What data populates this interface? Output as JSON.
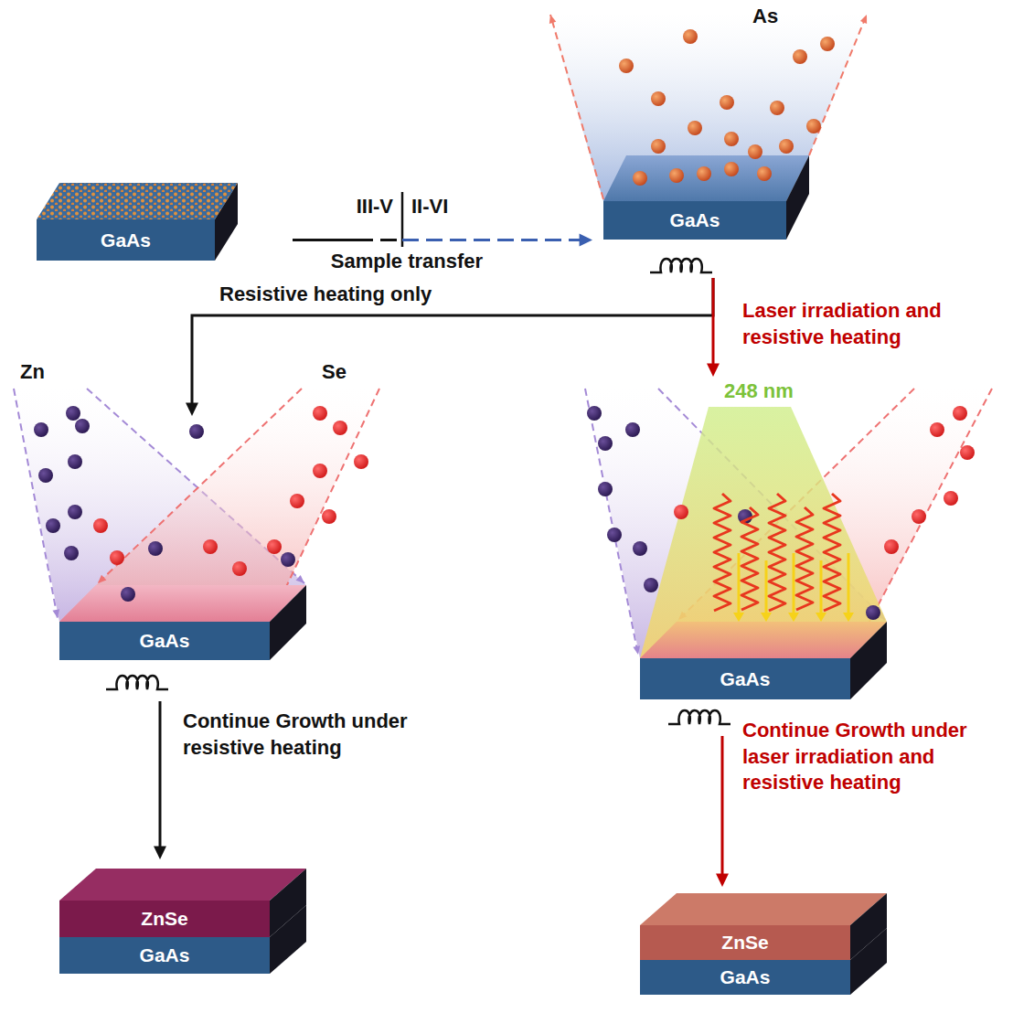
{
  "diagram": {
    "nodes": [
      {
        "text": [
          "GaAs"
        ]
      },
      {
        "text": [
          "GaAs"
        ]
      },
      {
        "text": [
          "GaAs"
        ]
      },
      {
        "text": [
          "GaAs"
        ]
      },
      {
        "text": [
          "ZnSe"
        ]
      },
      {
        "text": [
          "GaAs"
        ]
      },
      {
        "text": [
          "ZnSe"
        ]
      },
      {
        "text": [
          "GaAs"
        ]
      }
    ],
    "edges": [
      {
        "from": 0,
        "to": 1,
        "arrow": "to",
        "label": "Sample transfer"
      },
      {
        "from": 1,
        "to": 2,
        "arrow": "to",
        "label": "Resistive heating only"
      },
      {
        "from": 1,
        "to": 3,
        "arrow": "to",
        "label": "Laser irradiation and resistive heating"
      },
      {
        "from": 2,
        "to": 4,
        "arrow": "to",
        "label": "Continue Growth under resistive heating"
      },
      {
        "from": 3,
        "to": 6,
        "arrow": "to",
        "label": "Continue Growth under laser irradiation and resistive heating"
      }
    ],
    "labels": [
      "III-V",
      "II-VI",
      "As",
      "Zn",
      "Se",
      "248 nm"
    ]
  }
}
